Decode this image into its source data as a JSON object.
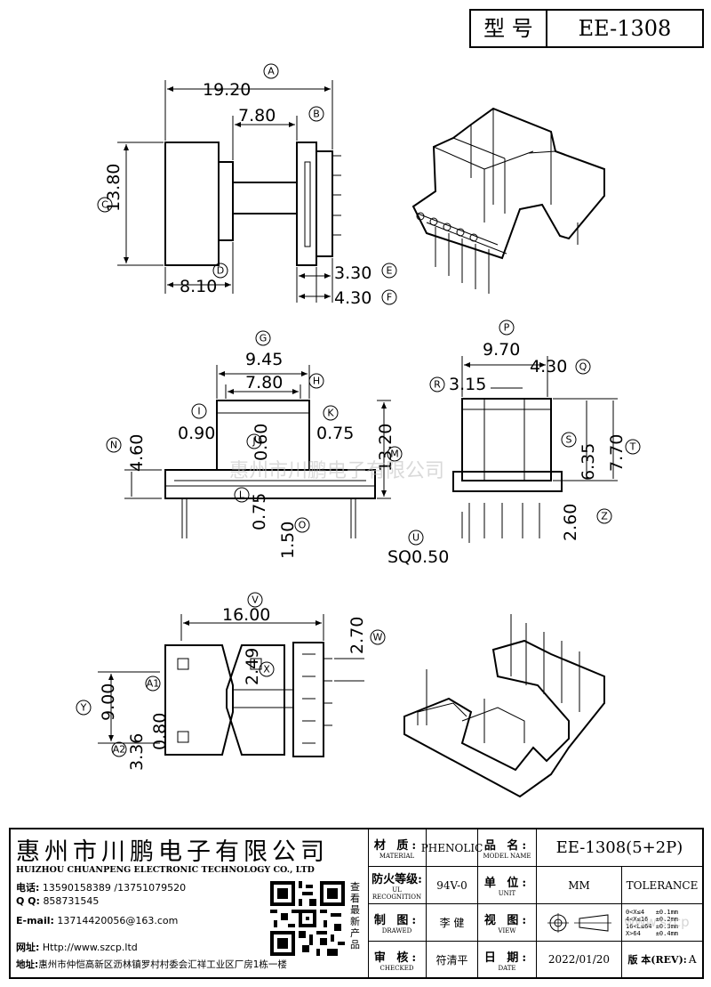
{
  "header": {
    "type_label": "型 号",
    "model": "EE-1308"
  },
  "dimensions": {
    "A": "19.20",
    "B": "7.80",
    "C": "13.80",
    "D": "8.10",
    "E": "3.30",
    "F": "4.30",
    "G": "9.45",
    "H": "7.80",
    "I": "0.90",
    "J": "0.60",
    "K": "0.75",
    "L": "0.75",
    "M": "13.20",
    "N": "4.60",
    "O": "1.50",
    "P": "9.70",
    "Q": "4.30",
    "R": "3.15",
    "S": "6.35",
    "T": "7.70",
    "U": "SQ0.50",
    "Z": "2.60",
    "V": "16.00",
    "W": "2.70",
    "X": "2.49",
    "Y": "9.00",
    "A1": "0.80",
    "A2": "3.36"
  },
  "letters": [
    "A",
    "B",
    "C",
    "D",
    "E",
    "F",
    "G",
    "H",
    "I",
    "J",
    "K",
    "L",
    "M",
    "N",
    "O",
    "P",
    "Q",
    "R",
    "S",
    "T",
    "U",
    "Z",
    "V",
    "W",
    "X",
    "Y",
    "A1",
    "A2"
  ],
  "watermark": "惠州市川鹏电子有限公司",
  "watermark_url": "www.szcp",
  "company": {
    "name_cn": "惠州市川鹏电子有限公司",
    "name_en": "HUIZHOU CHUANPENG ELECTRONIC TECHNOLOGY CO., LTD",
    "phone_label": "电话:",
    "phone": "13590158389 /13751079520",
    "qq_label": "Q Q:",
    "qq": "858731545",
    "email_label": "E-mail:",
    "email": "13714420056@163.com",
    "web_label": "网址:",
    "web": "Http://www.szcp.ltd",
    "addr_label": "地址:",
    "addr": "惠州市仲恺高新区沥林镇罗村村委会汇祥工业区厂房1栋一楼",
    "qr_caption": "查看最新产品"
  },
  "table": {
    "material_cn": "材 质:",
    "material_en": "MATERIAL",
    "material_val": "PHENOLIC",
    "model_cn": "品 名:",
    "model_en": "MODEL NAME",
    "model_val": "EE-1308(5+2P)",
    "ul_cn": "防火等级:",
    "ul_en": "UL RECOGNITION",
    "ul_val": "94V-0",
    "unit_cn": "单 位:",
    "unit_en": "UNIT",
    "unit_val": "MM",
    "tolerance": "TOLERANCE",
    "drawn_cn": "制 图:",
    "drawn_en": "DRAWED",
    "drawn_val": "李 健",
    "view_cn": "视 图:",
    "view_en": "VIEW",
    "checked_cn": "审 核:",
    "checked_en": "CHECKED",
    "checked_val": "符清平",
    "date_cn": "日 期:",
    "date_en": "DATE",
    "date_val": "2022/01/20",
    "rev_label": "版 本(REV):",
    "rev_val": "A",
    "tol_rows": [
      "0<X≤4   ±0.1mm",
      "4<X≤16  ±0.2mm",
      "16<L≤64 ±0.3mm",
      "X>64    ±0.4mm"
    ]
  }
}
